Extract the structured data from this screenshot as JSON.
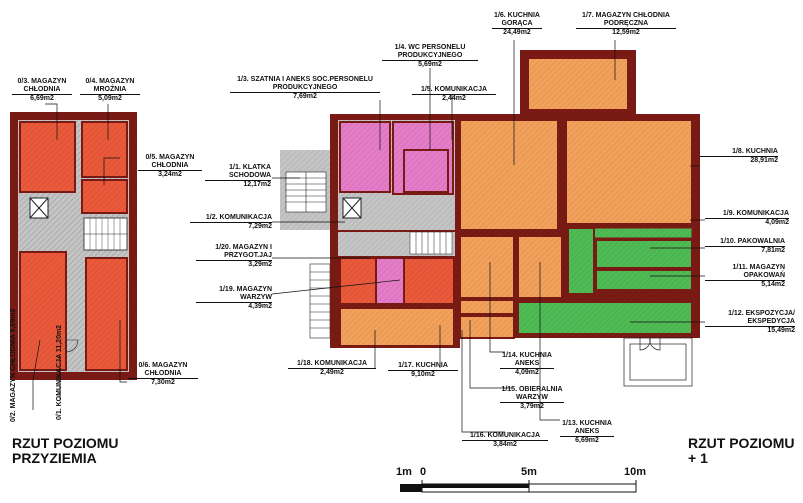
{
  "titles": {
    "left_line1": "RZUT POZIOMU",
    "left_line2": "PRZYZIEMIA",
    "right_line1": "RZUT POZIOMU",
    "right_line2": "+ 1"
  },
  "scale": {
    "l1": "1m",
    "l0": "0",
    "l5": "5m",
    "l10": "10m"
  },
  "colors": {
    "wall": "#7a1a14",
    "cold_red": "#e9593a",
    "orange": "#f2a15a",
    "pink": "#e47cc8",
    "green": "#4fbb55",
    "gray": "#c4c4c4"
  },
  "ground": {
    "r03": {
      "name": "0/3. MAGAZYN CHŁODNIA",
      "area": "6,69m2"
    },
    "r04": {
      "name": "0/4. MAGAZYN MROŹNIA",
      "area": "5,09m2"
    },
    "r05": {
      "name": "0/5. MAGAZYN CHŁODNIA",
      "area": "3,24m2"
    },
    "r06": {
      "name": "0/6. MAGAZYN CHŁODNIA",
      "area": "7,30m2"
    },
    "r02": {
      "name": "0/2. MAGAZYN CHŁODNIA",
      "area": "5,69m2"
    },
    "r01": {
      "name": "0/1. KOMUNIKACJA",
      "area": "11,20m2"
    }
  },
  "upper": {
    "r13": {
      "name": "1/3. SZATNIA I ANEKS SOC.PERSONELU PRODUKCYJNEGO",
      "area": "7,69m2"
    },
    "r14": {
      "name": "1/4. WC PERSONELU PRODUKCYJNEGO",
      "area": "5,69m2"
    },
    "r15": {
      "name": "1/5. KOMUNIKACJA",
      "area": "2,44m2"
    },
    "r16": {
      "name": "1/6. KUCHNIA GORĄCA",
      "area": "24,49m2"
    },
    "r17": {
      "name": "1/7. MAGAZYN CHŁODNIA PODRĘCZNA",
      "area": "12,59m2"
    },
    "r18": {
      "name": "1/8. KUCHNIA",
      "area": "28,91m2"
    },
    "r19": {
      "name": "1/9. KOMUNIKACJA",
      "area": "4,09m2"
    },
    "r110": {
      "name": "1/10. PAKOWALNIA",
      "area": "7,81m2"
    },
    "r111": {
      "name": "1/11. MAGAZYN OPAKOWAŃ",
      "area": "5,14m2"
    },
    "r112": {
      "name": "1/12. EKSPOZYCJA/ EKSPEDYCJA",
      "area": "15,49m2"
    },
    "r11": {
      "name": "1/1. KLATKA SCHODOWA",
      "area": "12,17m2"
    },
    "r12": {
      "name": "1/2. KOMUNIKACJA",
      "area": "7,29m2"
    },
    "r120": {
      "name": "1/20. MAGAZYN I PRZYGOT.JAJ",
      "area": "3,29m2"
    },
    "r119": {
      "name": "1/19. MAGAZYN WARZYW",
      "area": "4,39m2"
    },
    "r118": {
      "name": "1/18. KOMUNIKACJA",
      "area": "2,49m2"
    },
    "r117": {
      "name": "1/17. KUCHNIA",
      "area": "9,10m2"
    },
    "r114": {
      "name": "1/14. KUCHNIA ANEKS",
      "area": "4,09m2"
    },
    "r115": {
      "name": "1/15. OBIERALNIA WARZYW",
      "area": "3,79m2"
    },
    "r116": {
      "name": "1/16. KOMUNIKACJA",
      "area": "3,84m2"
    },
    "r113": {
      "name": "1/13. KUCHNIA ANEKS",
      "area": "6,69m2"
    }
  }
}
